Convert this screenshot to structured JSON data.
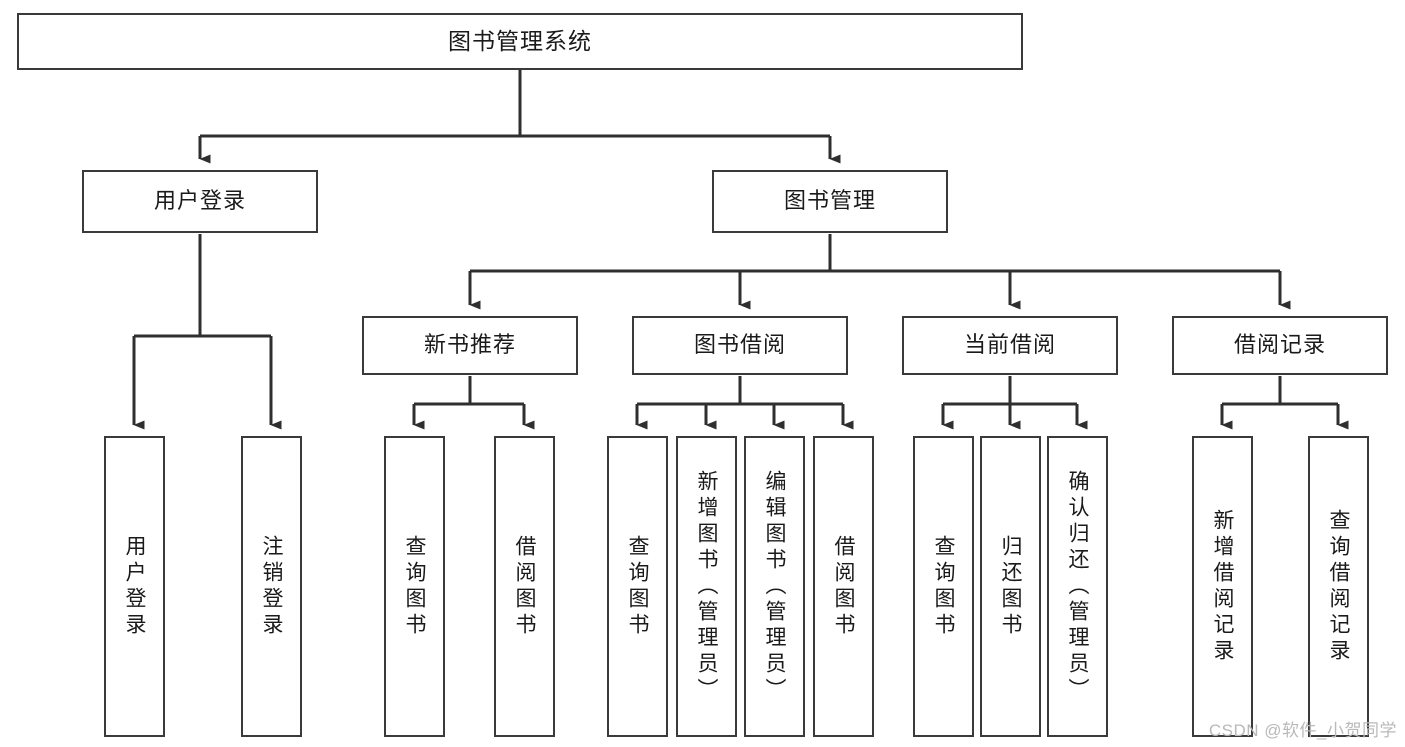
{
  "diagram": {
    "type": "tree-hierarchy-chart",
    "title": "图书管理系统",
    "style": {
      "background": "#ffffff",
      "box_border": "#3a3a3a",
      "box_fill": "#ffffff",
      "text": "#1a1a1a",
      "connector": "#2f2f2f",
      "watermark": "#b9b9b9"
    },
    "watermark": "CSDN @软件_小贺同学",
    "levels": {
      "level1": [
        {
          "id": "root",
          "label": "图书管理系统"
        }
      ],
      "level2": [
        {
          "id": "user-login",
          "label": "用户登录",
          "parent": "root"
        },
        {
          "id": "book-manage",
          "label": "图书管理",
          "parent": "root"
        }
      ],
      "level3": [
        {
          "id": "new-book-rec",
          "label": "新书推荐",
          "parent": "book-manage"
        },
        {
          "id": "book-borrow",
          "label": "图书借阅",
          "parent": "book-manage"
        },
        {
          "id": "current-borrow",
          "label": "当前借阅",
          "parent": "book-manage"
        },
        {
          "id": "borrow-record",
          "label": "借阅记录",
          "parent": "book-manage"
        }
      ],
      "leaves": [
        {
          "id": "leaf-1",
          "label": "用户登录",
          "parent": "user-login"
        },
        {
          "id": "leaf-2",
          "label": "注销登录",
          "parent": "user-login"
        },
        {
          "id": "leaf-3",
          "label": "查询图书",
          "parent": "new-book-rec"
        },
        {
          "id": "leaf-4",
          "label": "借阅图书",
          "parent": "new-book-rec"
        },
        {
          "id": "leaf-5",
          "label": "查询图书",
          "parent": "book-borrow"
        },
        {
          "id": "leaf-6",
          "label": "新增图书（管理员）",
          "parent": "book-borrow"
        },
        {
          "id": "leaf-7",
          "label": "编辑图书（管理员）",
          "parent": "book-borrow"
        },
        {
          "id": "leaf-8",
          "label": "借阅图书",
          "parent": "book-borrow"
        },
        {
          "id": "leaf-9",
          "label": "查询图书",
          "parent": "current-borrow"
        },
        {
          "id": "leaf-10",
          "label": "归还图书",
          "parent": "current-borrow"
        },
        {
          "id": "leaf-11",
          "label": "确认归还（管理员）",
          "parent": "current-borrow"
        },
        {
          "id": "leaf-12",
          "label": "新增借阅记录",
          "parent": "borrow-record"
        },
        {
          "id": "leaf-13",
          "label": "查询借阅记录",
          "parent": "borrow-record"
        }
      ]
    }
  }
}
